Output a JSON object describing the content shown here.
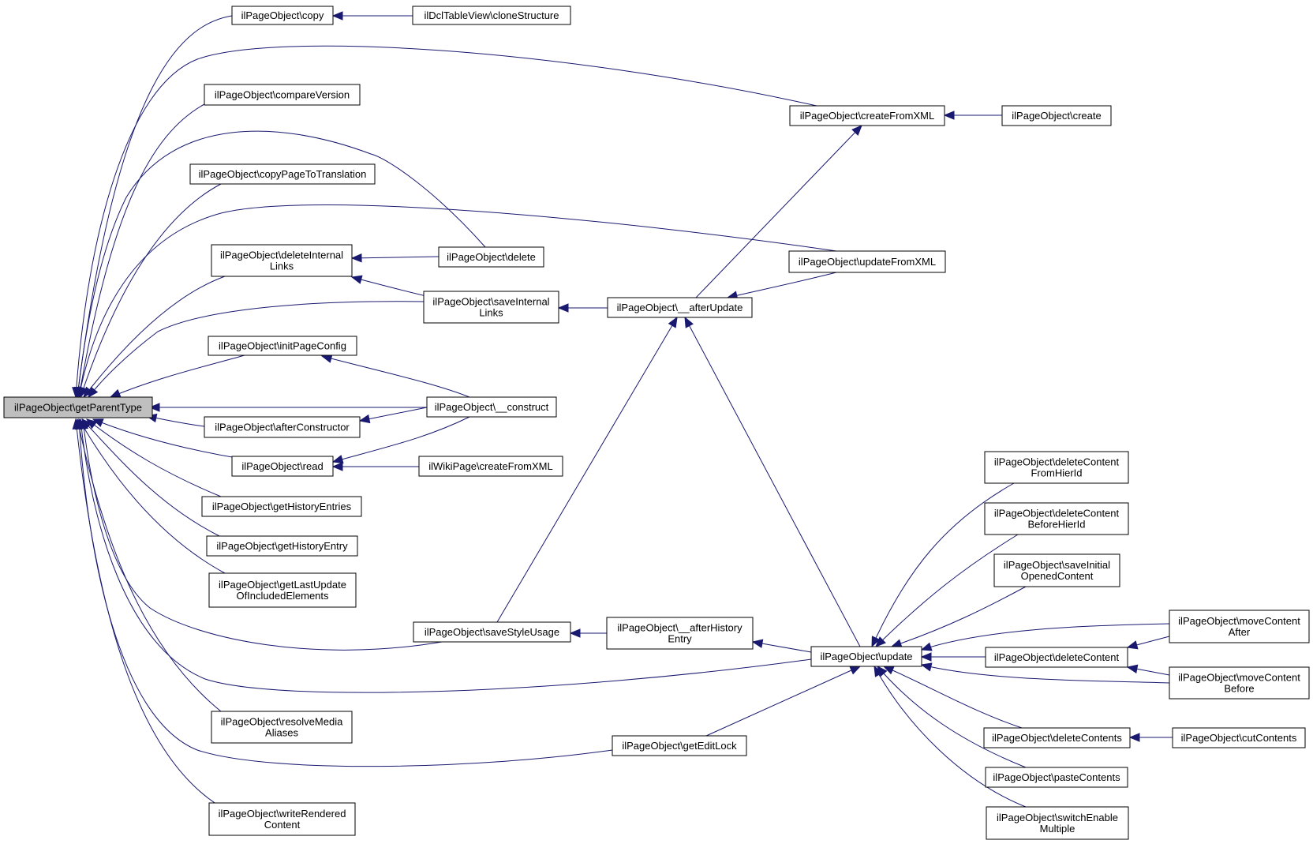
{
  "graph": {
    "colors": {
      "edge": "#191970",
      "root_fill": "#bfbfbf",
      "node_fill": "#ffffff",
      "node_border": "#000000"
    },
    "nodes": [
      {
        "id": "root",
        "lines": [
          "ilPageObject\\getParentType"
        ]
      },
      {
        "id": "copy",
        "lines": [
          "ilPageObject\\copy"
        ]
      },
      {
        "id": "clone",
        "lines": [
          "ilDclTableView\\cloneStructure"
        ]
      },
      {
        "id": "compare",
        "lines": [
          "ilPageObject\\compareVersion"
        ]
      },
      {
        "id": "createFromXML",
        "lines": [
          "ilPageObject\\createFromXML"
        ]
      },
      {
        "id": "create",
        "lines": [
          "ilPageObject\\create"
        ]
      },
      {
        "id": "copyPT",
        "lines": [
          "ilPageObject\\copyPageToTranslation"
        ]
      },
      {
        "id": "deleteIL",
        "lines": [
          "ilPageObject\\deleteInternal",
          "Links"
        ]
      },
      {
        "id": "delete",
        "lines": [
          "ilPageObject\\delete"
        ]
      },
      {
        "id": "updateFromXML",
        "lines": [
          "ilPageObject\\updateFromXML"
        ]
      },
      {
        "id": "saveIL",
        "lines": [
          "ilPageObject\\saveInternal",
          "Links"
        ]
      },
      {
        "id": "afterUpdate",
        "lines": [
          "ilPageObject\\__afterUpdate"
        ]
      },
      {
        "id": "initPC",
        "lines": [
          "ilPageObject\\initPageConfig"
        ]
      },
      {
        "id": "construct",
        "lines": [
          "ilPageObject\\__construct"
        ]
      },
      {
        "id": "afterConstructor",
        "lines": [
          "ilPageObject\\afterConstructor"
        ]
      },
      {
        "id": "read",
        "lines": [
          "ilPageObject\\read"
        ]
      },
      {
        "id": "wiki",
        "lines": [
          "ilWikiPage\\createFromXML"
        ]
      },
      {
        "id": "histEntries",
        "lines": [
          "ilPageObject\\getHistoryEntries"
        ]
      },
      {
        "id": "histEntry",
        "lines": [
          "ilPageObject\\getHistoryEntry"
        ]
      },
      {
        "id": "lastUpdate",
        "lines": [
          "ilPageObject\\getLastUpdate",
          "OfIncludedElements"
        ]
      },
      {
        "id": "saveStyle",
        "lines": [
          "ilPageObject\\saveStyleUsage"
        ]
      },
      {
        "id": "afterHistory",
        "lines": [
          "ilPageObject\\__afterHistory",
          "Entry"
        ]
      },
      {
        "id": "update",
        "lines": [
          "ilPageObject\\update"
        ]
      },
      {
        "id": "resolveMA",
        "lines": [
          "ilPageObject\\resolveMedia",
          "Aliases"
        ]
      },
      {
        "id": "editLock",
        "lines": [
          "ilPageObject\\getEditLock"
        ]
      },
      {
        "id": "writeRC",
        "lines": [
          "ilPageObject\\writeRendered",
          "Content"
        ]
      },
      {
        "id": "dcFromHier",
        "lines": [
          "ilPageObject\\deleteContent",
          "FromHierId"
        ]
      },
      {
        "id": "dcBeforeHier",
        "lines": [
          "ilPageObject\\deleteContent",
          "BeforeHierId"
        ]
      },
      {
        "id": "saveInitial",
        "lines": [
          "ilPageObject\\saveInitial",
          "OpenedContent"
        ]
      },
      {
        "id": "mcAfter",
        "lines": [
          "ilPageObject\\moveContent",
          "After"
        ]
      },
      {
        "id": "deleteContent",
        "lines": [
          "ilPageObject\\deleteContent"
        ]
      },
      {
        "id": "mcBefore",
        "lines": [
          "ilPageObject\\moveContent",
          "Before"
        ]
      },
      {
        "id": "deleteContents",
        "lines": [
          "ilPageObject\\deleteContents"
        ]
      },
      {
        "id": "cutContents",
        "lines": [
          "ilPageObject\\cutContents"
        ]
      },
      {
        "id": "pasteContents",
        "lines": [
          "ilPageObject\\pasteContents"
        ]
      },
      {
        "id": "switchEM",
        "lines": [
          "ilPageObject\\switchEnable",
          "Multiple"
        ]
      }
    ]
  }
}
